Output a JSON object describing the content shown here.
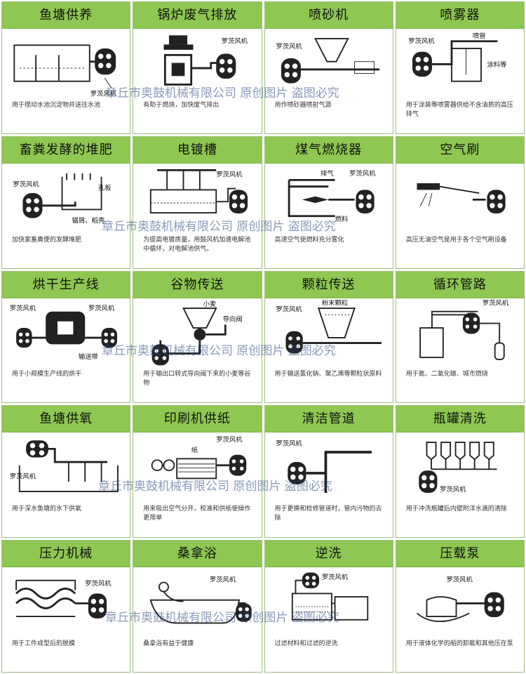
{
  "cells": [
    {
      "title": "鱼塘供养",
      "caption": "用于搅动水池沉淀物并送往水池",
      "labels": [
        "罗茨风机"
      ]
    },
    {
      "title": "锅炉废气排放",
      "caption": "有助于燃烧，加快废气排出",
      "labels": [
        "罗茨风机"
      ]
    },
    {
      "title": "喷砂机",
      "caption": "用作喷砂器喷射气源",
      "labels": [
        "罗茨风机"
      ]
    },
    {
      "title": "喷雾器",
      "caption": "用于涂装等喷雾器供给不含油质的高压排气",
      "labels": [
        "罗茨风机",
        "喷管",
        "涂料等"
      ]
    },
    {
      "title": "畜粪发酵的堆肥",
      "caption": "加快家畜粪便的发酵堆肥",
      "labels": [
        "罗茨风机",
        "孔板",
        "锯屑、稻壳"
      ]
    },
    {
      "title": "电镀槽",
      "caption": "为提高电镀质量，用鼓风机加速电解池中循环，对电解池供气。",
      "labels": [
        "罗茨风机"
      ]
    },
    {
      "title": "煤气燃烧器",
      "caption": "高速空气使燃料充分雾化",
      "labels": [
        "罗茨风机",
        "排气",
        "燃料"
      ]
    },
    {
      "title": "空气刷",
      "caption": "高压无油空气是用于各个空气刷设备",
      "labels": []
    },
    {
      "title": "烘干生产线",
      "caption": "用于小规模生产线的烘干",
      "labels": [
        "罗茨风机",
        "罗茨风机",
        "输送带"
      ]
    },
    {
      "title": "谷物传送",
      "caption": "用于输出口转式导向阀下来的小麦等谷物",
      "labels": [
        "小麦",
        "导向阀"
      ]
    },
    {
      "title": "颗粒传送",
      "caption": "用于输送氯化钠、聚乙烯等颗粒状原料",
      "labels": [
        "罗茨风机",
        "粉末颗粒"
      ]
    },
    {
      "title": "循环管路",
      "caption": "用于氮、二氧化碳、城市燃烧",
      "labels": [
        "罗茨风机"
      ]
    },
    {
      "title": "鱼塘供氧",
      "caption": "用于深水鱼塘的水下供氧",
      "labels": [
        "罗茨风机"
      ]
    },
    {
      "title": "印刷机供纸",
      "caption": "用来吸出空气分开，校准和供纸使操作更简单",
      "labels": [
        "罗茨风机",
        "纸"
      ]
    },
    {
      "title": "清洁管道",
      "caption": "用于更换和检修管道时，管内污物的去除",
      "labels": [
        "罗茨风机"
      ]
    },
    {
      "title": "瓶罐清洗",
      "caption": "用于冲洗瓶罐后内壁附洋水滴的清除",
      "labels": [
        "罗茨风机"
      ]
    },
    {
      "title": "压力机械",
      "caption": "用于工件成型后的脱模",
      "labels": [
        "罗茨风机"
      ]
    },
    {
      "title": "桑拿浴",
      "caption": "桑拿浴有益于健康",
      "labels": [
        "罗茨风机"
      ]
    },
    {
      "title": "逆洗",
      "caption": "过滤材料和过滤的逆洗",
      "labels": [
        "罗茨风机"
      ]
    },
    {
      "title": "压载泵",
      "caption": "用于液体化学的船的卸载和其他压在泵",
      "labels": [
        "罗茨风机"
      ]
    }
  ],
  "watermarks": [
    "章丘市奥鼓机械有限公司  原创图片  盗图必究",
    "章丘市奥鼓机械有限公司  原创图片  盗图必究",
    "章丘市奥鼓机械有限公司  原创图片  盗图必究",
    "章丘市奥鼓机械有限公司  原创图片  盗图必究",
    "章丘市奥鼓机械有限公司  原创图片  盗图必究"
  ],
  "colors": {
    "header_green": "#8ec751",
    "border": "#9fbf7a",
    "watermark": "#284682"
  }
}
